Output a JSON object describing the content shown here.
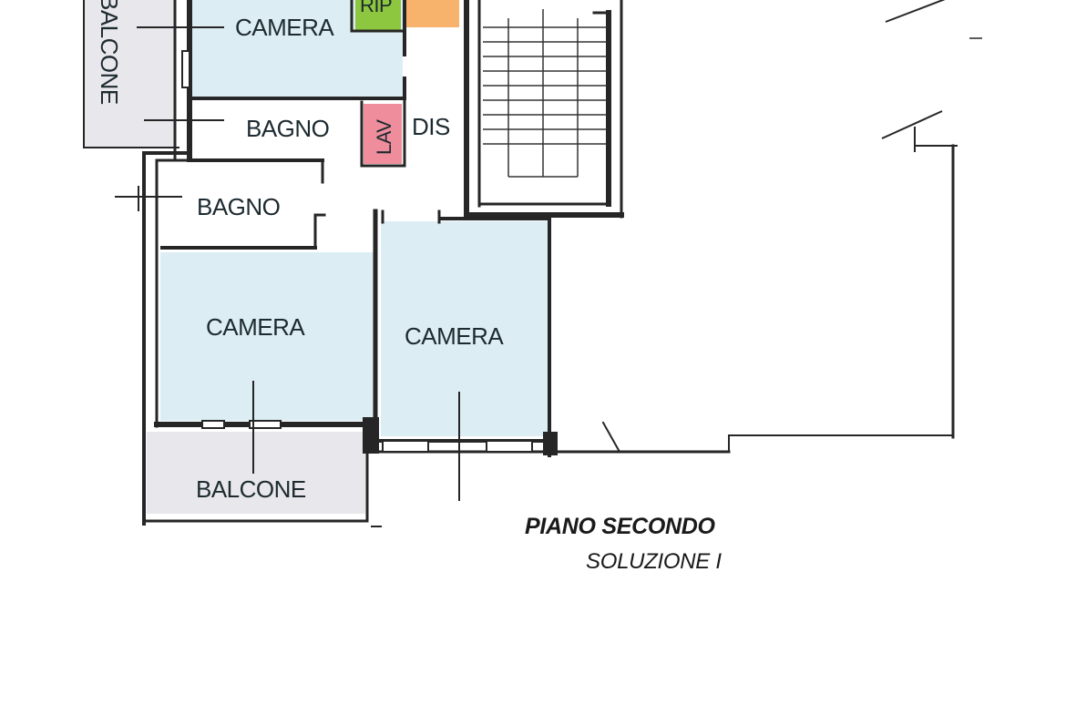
{
  "plan": {
    "title": "PIANO SECONDO",
    "subtitle": "SOLUZIONE I",
    "rooms": {
      "camera_top": "CAMERA",
      "rip": "RIP",
      "balcone_top": "BALCONE",
      "bagno_1": "BAGNO",
      "lav": "LAV",
      "dis": "DIS",
      "bagno_2": "BAGNO",
      "camera_left": "CAMERA",
      "camera_right": "CAMERA",
      "balcone_bottom": "BALCONE"
    },
    "colors": {
      "camera": "#dcedf3",
      "balcone": "#e8e8ec",
      "rip": "#8dc63f",
      "lav": "#ef8d9c",
      "orange": "#f7b36b",
      "wall": "#262626"
    }
  }
}
